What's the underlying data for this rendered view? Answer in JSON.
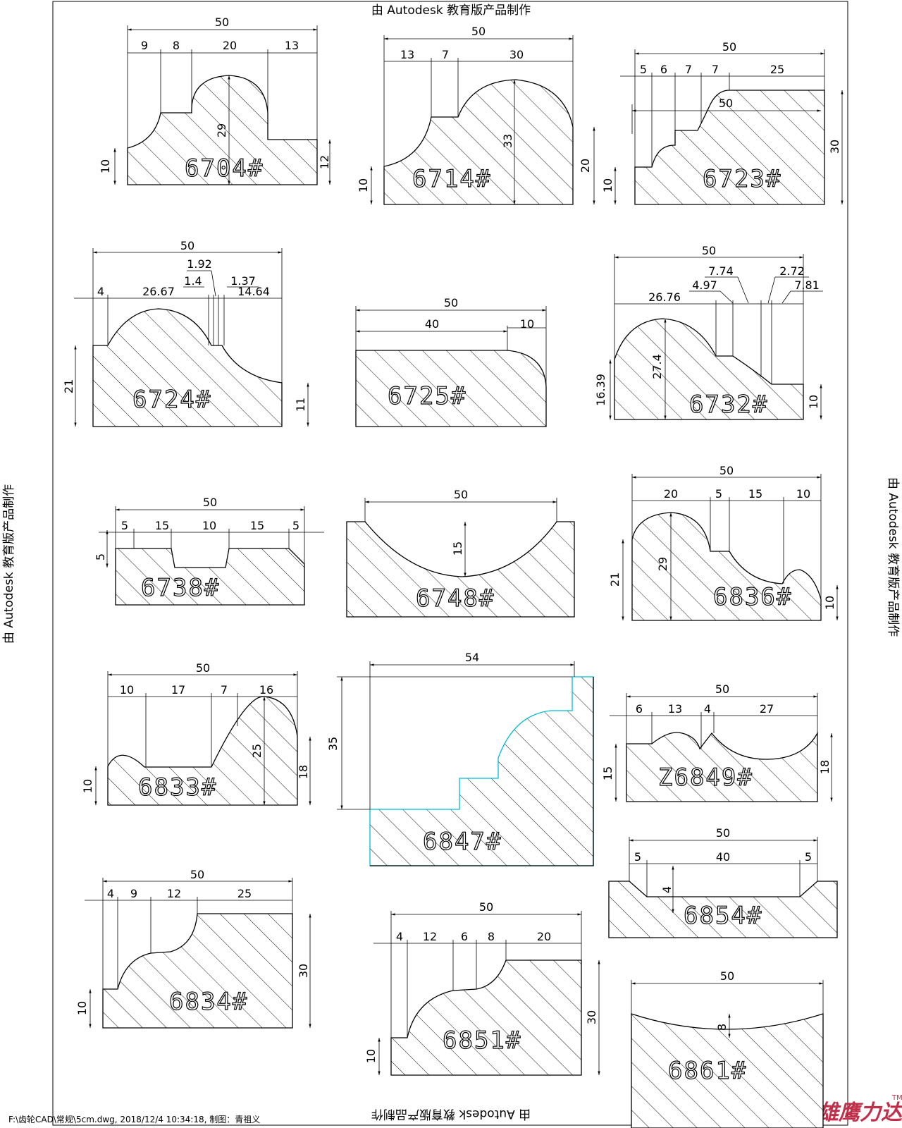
{
  "watermark": "由 Autodesk 教育版产品制作",
  "watermark_brand": "Autodesk",
  "file_path": "F:\\齿轮CAD\\常规\\5cm.dwg, 2018/12/4 10:34:18, 制图：青祖义",
  "logo": "雄鹰力达",
  "logo_tm": "TM",
  "profiles": [
    {
      "id": "6704#",
      "dims": [
        "50",
        "9",
        "8",
        "20",
        "13",
        "29",
        "10",
        "12"
      ]
    },
    {
      "id": "6714#",
      "dims": [
        "50",
        "13",
        "7",
        "30",
        "33",
        "10",
        "20"
      ]
    },
    {
      "id": "6723#",
      "dims": [
        "50",
        "5",
        "6",
        "7",
        "7",
        "25",
        "50",
        "30",
        "10"
      ]
    },
    {
      "id": "6724#",
      "dims": [
        "50",
        "1.92",
        "1.4",
        "1.37",
        "4",
        "26.67",
        "14.64",
        "21",
        "11"
      ]
    },
    {
      "id": "6725#",
      "dims": [
        "50",
        "40",
        "10"
      ]
    },
    {
      "id": "6732#",
      "dims": [
        "50",
        "7.74",
        "2.72",
        "4.97",
        "7.81",
        "26.76",
        "27.4",
        "16.39",
        "10"
      ]
    },
    {
      "id": "6738#",
      "dims": [
        "50",
        "5",
        "15",
        "10",
        "15",
        "5",
        "5"
      ]
    },
    {
      "id": "6748#",
      "dims": [
        "50",
        "15"
      ]
    },
    {
      "id": "6836#",
      "dims": [
        "50",
        "20",
        "5",
        "15",
        "10",
        "29",
        "21",
        "10"
      ]
    },
    {
      "id": "6833#",
      "dims": [
        "50",
        "10",
        "17",
        "7",
        "16",
        "25",
        "10",
        "18"
      ]
    },
    {
      "id": "6847#",
      "dims": [
        "54",
        "35"
      ]
    },
    {
      "id": "Z6849#",
      "dims": [
        "50",
        "6",
        "13",
        "4",
        "27",
        "15",
        "18"
      ]
    },
    {
      "id": "6854#",
      "dims": [
        "50",
        "5",
        "40",
        "5",
        "4"
      ]
    },
    {
      "id": "6834#",
      "dims": [
        "50",
        "4",
        "9",
        "12",
        "25",
        "10",
        "30"
      ]
    },
    {
      "id": "6851#",
      "dims": [
        "50",
        "4",
        "12",
        "6",
        "8",
        "20",
        "10",
        "30"
      ]
    },
    {
      "id": "6861#",
      "dims": [
        "50",
        "8"
      ]
    }
  ]
}
